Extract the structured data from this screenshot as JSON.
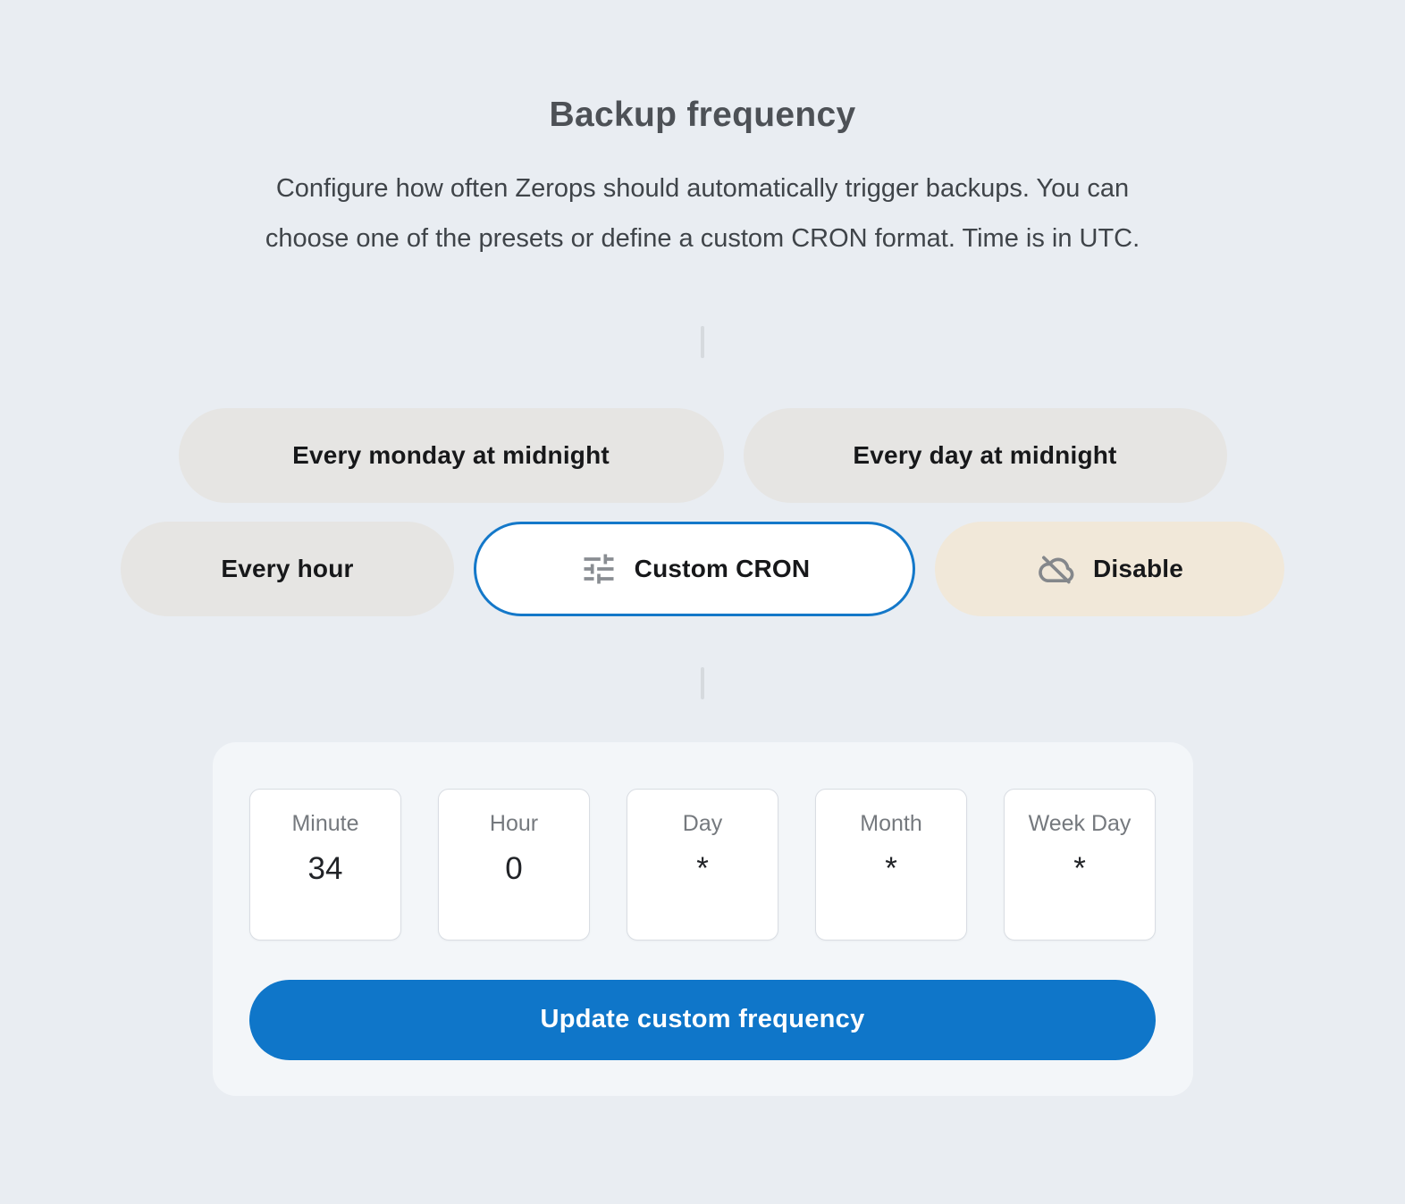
{
  "header": {
    "title": "Backup frequency",
    "description_lines": [
      "Configure how often Zerops should automatically trigger backups. You can",
      "choose one of the presets or define a custom CRON format. Time is in UTC."
    ]
  },
  "presets": {
    "every_monday": {
      "label": "Every monday at midnight"
    },
    "every_day": {
      "label": "Every day at midnight"
    },
    "every_hour": {
      "label": "Every hour"
    },
    "custom_cron": {
      "label": "Custom CRON",
      "icon": "tune-sliders-icon",
      "selected": true
    },
    "disable": {
      "label": "Disable",
      "icon": "cloud-off-icon"
    }
  },
  "cron": {
    "fields": [
      {
        "label": "Minute",
        "value": "34"
      },
      {
        "label": "Hour",
        "value": "0"
      },
      {
        "label": "Day",
        "value": "*"
      },
      {
        "label": "Month",
        "value": "*"
      },
      {
        "label": "Week Day",
        "value": "*"
      }
    ],
    "submit_label": "Update custom frequency"
  },
  "colors": {
    "page_background": "#e9edf2",
    "pill_background": "#e6e5e3",
    "disable_background": "#f1e8d9",
    "selected_border": "#1478c9",
    "primary_button": "#0f76c9",
    "panel_background": "#f3f6f9"
  }
}
